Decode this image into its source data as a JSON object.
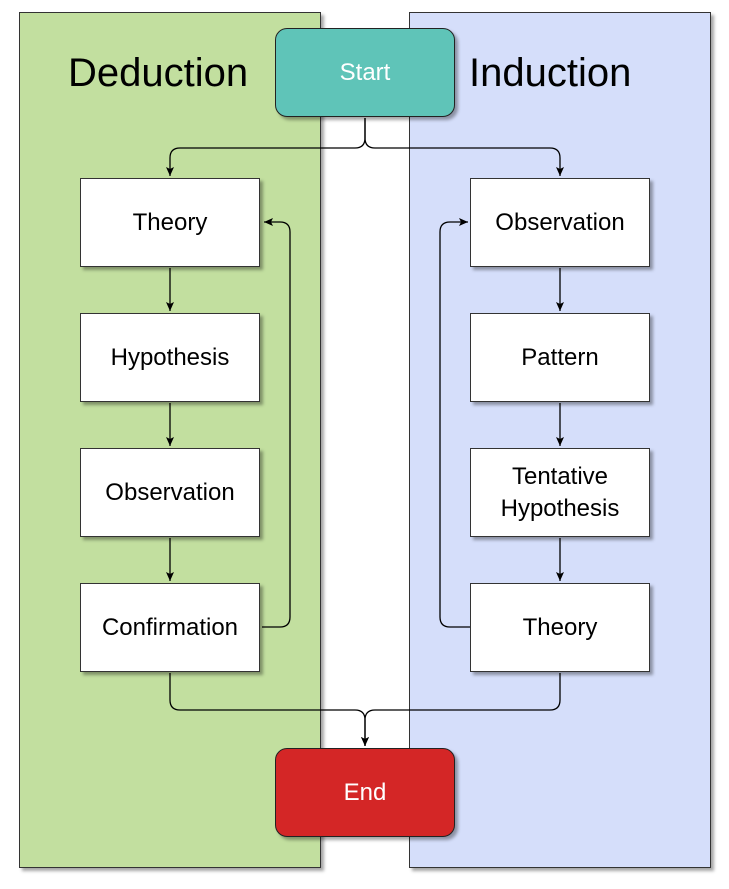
{
  "lanes": {
    "deduction": {
      "title": "Deduction",
      "color": "#c2df9f"
    },
    "induction": {
      "title": "Induction",
      "color": "#d5defa"
    }
  },
  "terminals": {
    "start": {
      "label": "Start",
      "color": "#5fc4b8"
    },
    "end": {
      "label": "End",
      "color": "#d42626"
    }
  },
  "deduction_steps": [
    "Theory",
    "Hypothesis",
    "Observation",
    "Confirmation"
  ],
  "induction_steps": [
    "Observation",
    "Pattern",
    "Tentative Hypothesis",
    "Theory"
  ]
}
